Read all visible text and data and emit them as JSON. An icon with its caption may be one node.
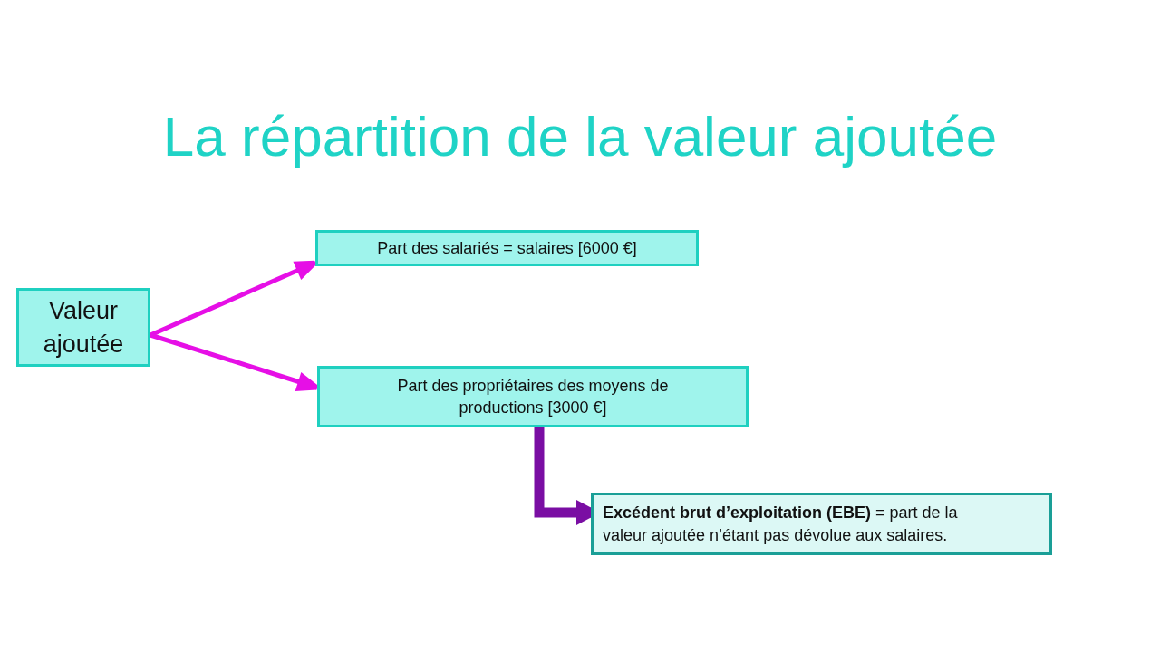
{
  "diagram": {
    "title": "La répartition de la valeur ajoutée",
    "nodes": [
      {
        "text": [
          "Valeur ajoutée"
        ]
      },
      {
        "text": [
          "Part des salariés = salaires [6000 €]"
        ]
      },
      {
        "text": [
          "Part des propriétaires des moyens de productions [3000 €]"
        ]
      },
      {
        "text": [
          "**Excédent brut d’exploitation (EBE)** = part de la valeur ajoutée n’étant pas dévolue aux salaires."
        ]
      }
    ],
    "edges": [
      {
        "from": 0,
        "to": 1,
        "arrow": "to"
      },
      {
        "from": 0,
        "to": 2,
        "arrow": "to"
      },
      {
        "from": 2,
        "to": 3,
        "arrow": "to",
        "style": "thick",
        "color": "#7a0ea3"
      }
    ]
  }
}
